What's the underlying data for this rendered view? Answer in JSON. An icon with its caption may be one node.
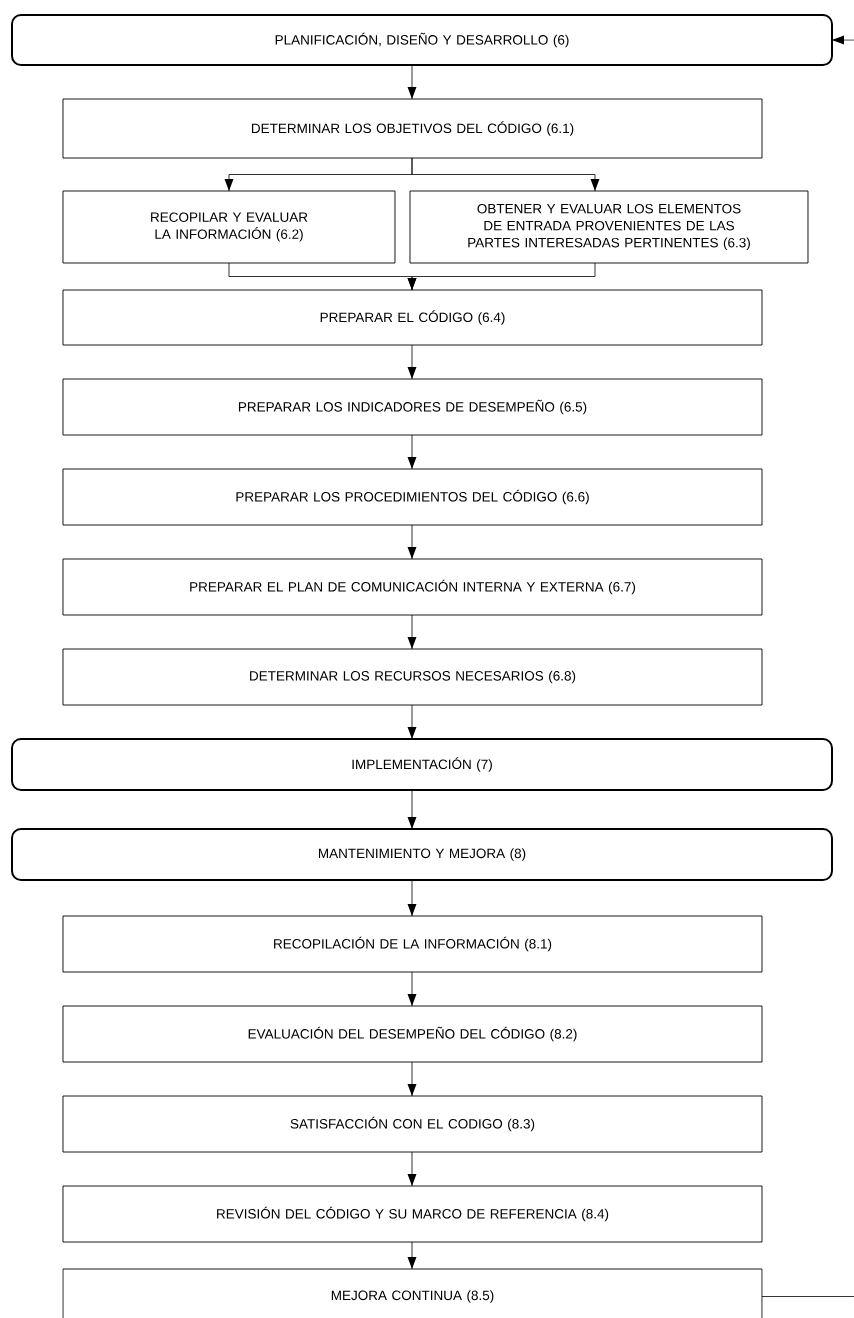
{
  "diagram": {
    "nodes": [
      {
        "text": [
          "PLANIFICACIÓN, DISEÑO Y DESARROLLO (6)"
        ]
      },
      {
        "text": [
          "DETERMINAR LOS OBJETIVOS DEL CÓDIGO (6.1)"
        ]
      },
      {
        "text": [
          "RECOPILAR Y EVALUAR LA INFORMACIÓN (6.2)"
        ]
      },
      {
        "text": [
          "OBTENER Y EVALUAR LOS ELEMENTOS DE ENTRADA PROVENIENTES DE LAS PARTES INTERESADAS PERTINENTES (6.3)"
        ]
      },
      {
        "text": [
          "PREPARAR EL CÓDIGO (6.4)"
        ]
      },
      {
        "text": [
          "PREPARAR LOS INDICADORES DE DESEMPEÑO (6.5)"
        ]
      },
      {
        "text": [
          "PREPARAR LOS PROCEDIMIENTOS DEL CÓDIGO (6.6)"
        ]
      },
      {
        "text": [
          "PREPARAR EL PLAN DE COMUNICACIÓN INTERNA Y EXTERNA (6.7)"
        ]
      },
      {
        "text": [
          "DETERMINAR LOS RECURSOS NECESARIOS (6.8)"
        ]
      },
      {
        "text": [
          "IMPLEMENTACIÓN (7)"
        ]
      },
      {
        "text": [
          "MANTENIMIENTO Y MEJORA (8)"
        ]
      },
      {
        "text": [
          "RECOPILACIÓN DE LA INFORMACIÓN (8.1)"
        ]
      },
      {
        "text": [
          "EVALUACIÓN DEL DESEMPEÑO DEL CÓDIGO (8.2)"
        ]
      },
      {
        "text": [
          "SATISFACCIÓN CON EL CODIGO (8.3)"
        ]
      },
      {
        "text": [
          "REVISIÓN DEL CÓDIGO Y SU MARCO DE REFERENCIA (8.4)"
        ]
      },
      {
        "text": [
          "MEJORA CONTINUA (8.5)"
        ]
      }
    ],
    "edges": [
      {
        "from": null,
        "to": 0,
        "arrow": "to"
      },
      {
        "from": 0,
        "to": 1,
        "arrow": "to"
      },
      {
        "from": 1,
        "to": 2,
        "arrow": "to"
      },
      {
        "from": 1,
        "to": 3,
        "arrow": "to"
      },
      {
        "from": 2,
        "to": 4,
        "arrow": "to"
      },
      {
        "from": 3,
        "to": 4,
        "arrow": "to"
      },
      {
        "from": 4,
        "to": 5,
        "arrow": "to"
      },
      {
        "from": 5,
        "to": 6,
        "arrow": "to"
      },
      {
        "from": 6,
        "to": 7,
        "arrow": "to"
      },
      {
        "from": 7,
        "to": 8,
        "arrow": "to"
      },
      {
        "from": 8,
        "to": 9,
        "arrow": "to"
      },
      {
        "from": 9,
        "to": 10,
        "arrow": "to"
      },
      {
        "from": 10,
        "to": 11,
        "arrow": "to"
      },
      {
        "from": 11,
        "to": 12,
        "arrow": "to"
      },
      {
        "from": 12,
        "to": 13,
        "arrow": "to"
      },
      {
        "from": 13,
        "to": 14,
        "arrow": "to"
      },
      {
        "from": 14,
        "to": 15,
        "arrow": "to"
      },
      {
        "from": 15,
        "to": null,
        "arrow": "none"
      }
    ]
  }
}
